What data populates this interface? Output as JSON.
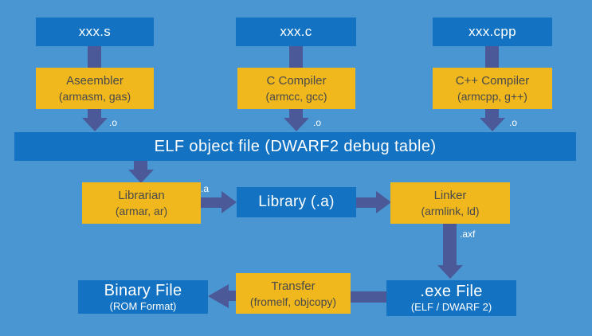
{
  "diagram": {
    "title_hint": "Build toolchain flow from source files to binary",
    "colors": {
      "background": "#4a96d2",
      "box_blue": "#1373c2",
      "box_yellow": "#f0b81c",
      "arrow": "#4b5998",
      "text_on_blue": "#ffffff",
      "text_on_yellow": "#4a4a4a"
    },
    "nodes": {
      "source_s": {
        "label": "xxx.s"
      },
      "source_c": {
        "label": "xxx.c"
      },
      "source_cpp": {
        "label": "xxx.cpp"
      },
      "assembler": {
        "title": "Aseembler",
        "subtitle": "(armasm, gas)"
      },
      "c_compiler": {
        "title": "C Compiler",
        "subtitle": "(armcc, gcc)"
      },
      "cpp_compiler": {
        "title": "C++ Compiler",
        "subtitle": "(armcpp, g++)"
      },
      "elf_object": {
        "label": "ELF object file (DWARF2 debug table)"
      },
      "librarian": {
        "title": "Librarian",
        "subtitle": "(armar, ar)"
      },
      "library": {
        "label": "Library (.a)"
      },
      "linker": {
        "title": "Linker",
        "subtitle": "(armlink, ld)"
      },
      "exe_file": {
        "title": ".exe File",
        "subtitle": "(ELF / DWARF 2)"
      },
      "transfer": {
        "title": "Transfer",
        "subtitle": "(fromelf, objcopy)"
      },
      "binary_file": {
        "title": "Binary File",
        "subtitle": "(ROM Format)"
      }
    },
    "edge_labels": {
      "object_ext": ".o",
      "archive_ext": ".a",
      "axf_ext": ".axf"
    }
  }
}
